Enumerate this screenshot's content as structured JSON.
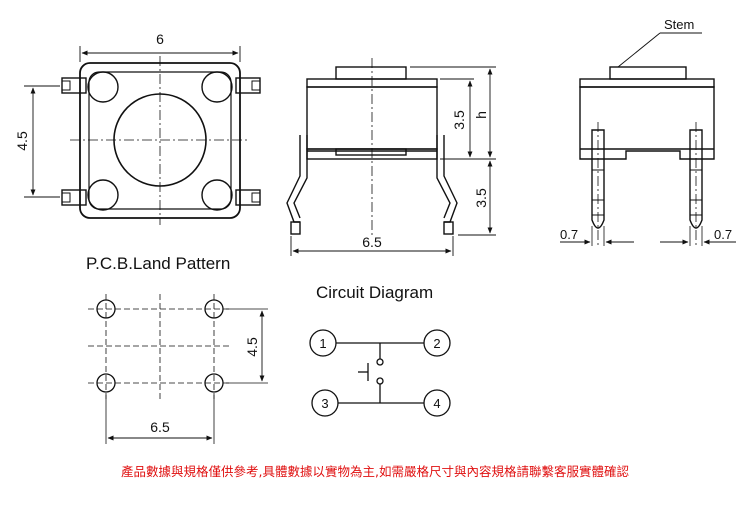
{
  "dims": {
    "top_width": "6",
    "top_height": "4.5",
    "side_upper": "3.5",
    "side_lower": "3.5",
    "side_h": "h",
    "side_width": "6.5",
    "stem_label": "Stem",
    "pin_left": "0.7",
    "pin_right": "0.7",
    "pcb_height": "4.5",
    "pcb_width": "6.5"
  },
  "headings": {
    "pcb": "P.C.B.Land Pattern",
    "circuit": "Circuit Diagram"
  },
  "circuit": {
    "pin1": "1",
    "pin2": "2",
    "pin3": "3",
    "pin4": "4"
  },
  "footer": {
    "note": "產品數據與規格僅供參考,具體數據以實物為主,如需嚴格尺寸與內容規格請聯繫客服實體確認",
    "color": "#e01010"
  }
}
